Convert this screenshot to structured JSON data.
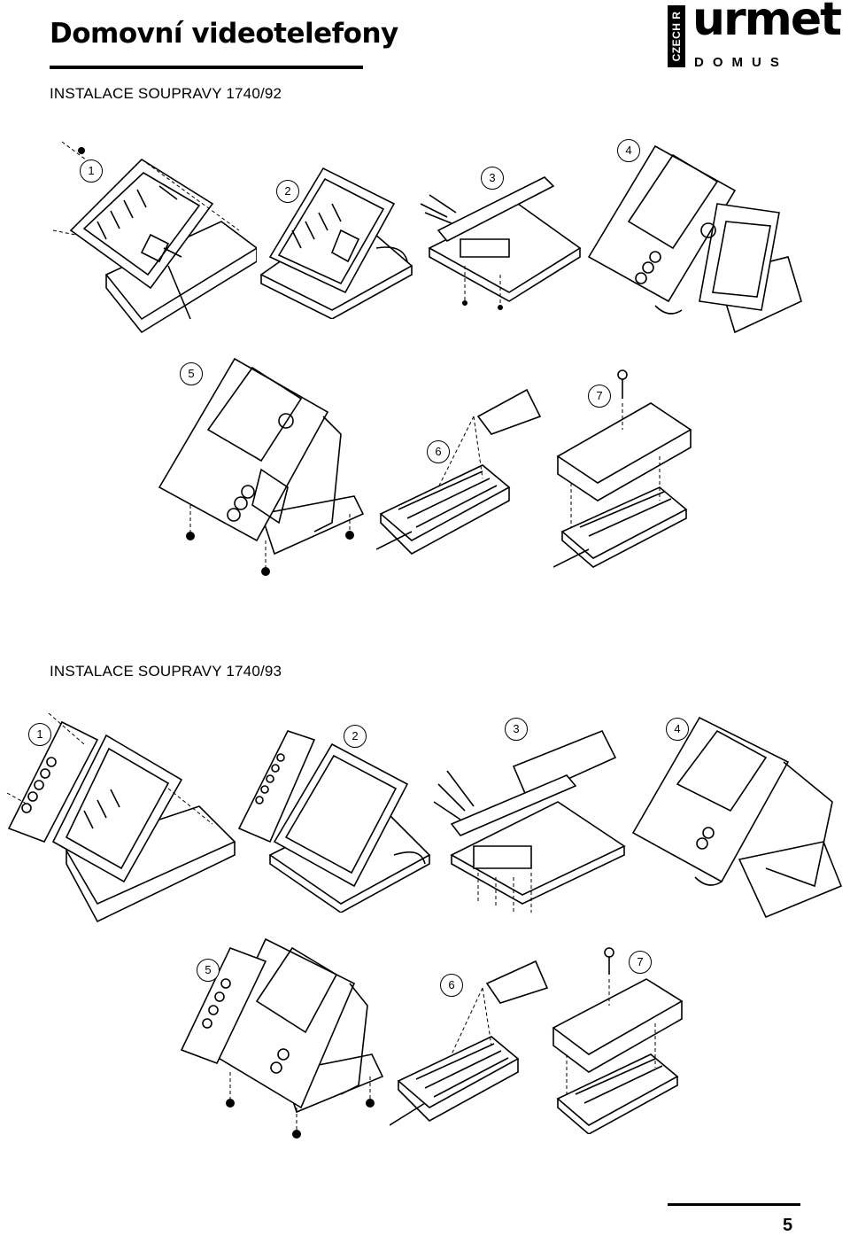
{
  "header": {
    "title": "Domovní videotelefony",
    "logo": {
      "tag": "CZECH R",
      "brand": "urmet",
      "sub": "DOMUS"
    }
  },
  "section1": {
    "title": "INSTALACE SOUPRAVY 1740/92",
    "steps": [
      "1",
      "2",
      "3",
      "4",
      "5",
      "6",
      "7"
    ]
  },
  "section2": {
    "title": "INSTALACE SOUPRAVY 1740/93",
    "steps": [
      "1",
      "2",
      "3",
      "4",
      "5",
      "6",
      "7"
    ]
  },
  "footer": {
    "page_number": "5"
  }
}
